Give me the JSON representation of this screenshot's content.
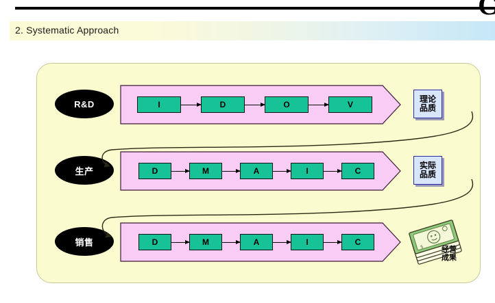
{
  "slide": {
    "title": "2. Systematic Approach",
    "corner_glyph": "C",
    "panel_bg": "#fbfbd0",
    "band_color": "#f9ccf6",
    "step_color": "#16c296",
    "label_color": "#d8e6fb",
    "title_gradient_from": "#fbfbd6",
    "title_gradient_to": "#c5e7f7"
  },
  "rows": [
    {
      "stage": "R&D",
      "steps": [
        "I",
        "D",
        "O",
        "V"
      ],
      "result": {
        "line1": "理论",
        "line2": "品质"
      }
    },
    {
      "stage": "生产",
      "steps": [
        "D",
        "M",
        "A",
        "I",
        "C"
      ],
      "result": {
        "line1": "实际",
        "line2": "品质"
      }
    },
    {
      "stage": "销售",
      "steps": [
        "D",
        "M",
        "A",
        "I",
        "C"
      ],
      "result": {
        "line1": "经营",
        "line2": "成果"
      }
    }
  ],
  "icons": {
    "money": "money-stack-icon"
  }
}
